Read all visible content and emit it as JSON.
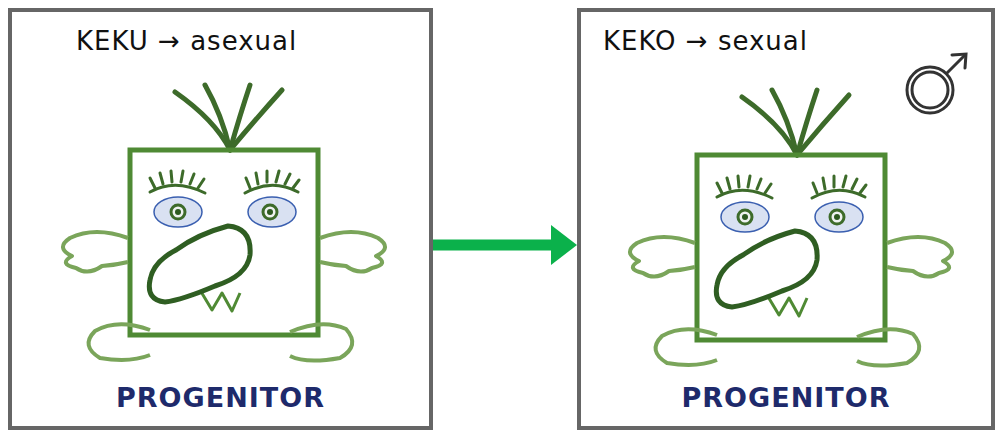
{
  "diagram": {
    "nodes": [
      {
        "text": [
          "KEKU → asexual",
          "PROGENITOR"
        ]
      },
      {
        "text": [
          "KEKO → sexual",
          "PROGENITOR"
        ]
      }
    ],
    "edges": [
      {
        "from": 0,
        "to": 1,
        "arrow": "to"
      }
    ]
  }
}
